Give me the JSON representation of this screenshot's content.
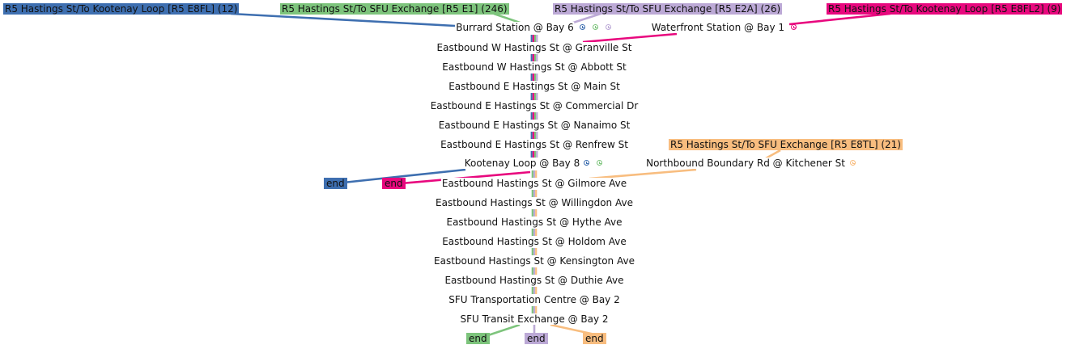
{
  "colors": {
    "e8fl": "#3e6fb0",
    "e1": "#7dc47c",
    "e2a": "#bca9d6",
    "e8fl2": "#e8087e",
    "e8tl": "#f8bd7f"
  },
  "routes": [
    {
      "id": "e8fl",
      "label": "R5 Hastings St/To Kootenay Loop [R5  E8FL] (12)",
      "color_key": "e8fl"
    },
    {
      "id": "e1",
      "label": "R5 Hastings St/To SFU Exchange [R5  E1] (246)",
      "color_key": "e1"
    },
    {
      "id": "e2a",
      "label": "R5 Hastings St/To SFU Exchange [R5  E2A] (26)",
      "color_key": "e2a"
    },
    {
      "id": "e8fl2",
      "label": "R5 Hastings St/To Kootenay Loop [R5  E8FL2] (9)",
      "color_key": "e8fl2"
    },
    {
      "id": "e8tl",
      "label": "R5 Hastings St/To SFU Exchange [R5  E8TL] (21)",
      "color_key": "e8tl"
    }
  ],
  "stops": [
    {
      "id": "burrard",
      "label": "Burrard Station @ Bay 6",
      "clock_icons": [
        "e8fl",
        "e1",
        "e2a"
      ]
    },
    {
      "id": "waterfront",
      "label": "Waterfront Station @ Bay 1",
      "clock_icons": [
        "e8fl2"
      ]
    },
    {
      "id": "granville",
      "label": "Eastbound W Hastings St @ Granville St"
    },
    {
      "id": "abbott",
      "label": "Eastbound W Hastings St @ Abbott St"
    },
    {
      "id": "main",
      "label": "Eastbound E Hastings St @ Main St"
    },
    {
      "id": "commercial",
      "label": "Eastbound E Hastings St @ Commercial Dr"
    },
    {
      "id": "nanaimo",
      "label": "Eastbound E Hastings St @ Nanaimo St"
    },
    {
      "id": "renfrew",
      "label": "Eastbound E Hastings St @ Renfrew St"
    },
    {
      "id": "kootenay",
      "label": "Kootenay Loop @ Bay 8",
      "clock_icons": [
        "e8fl",
        "e1"
      ]
    },
    {
      "id": "boundary",
      "label": "Northbound Boundary Rd @ Kitchener St",
      "clock_icons": [
        "e8tl"
      ]
    },
    {
      "id": "gilmore",
      "label": "Eastbound Hastings St @ Gilmore Ave"
    },
    {
      "id": "willingdon",
      "label": "Eastbound Hastings St @ Willingdon Ave"
    },
    {
      "id": "hythe",
      "label": "Eastbound Hastings St @ Hythe Ave"
    },
    {
      "id": "holdom",
      "label": "Eastbound Hastings St @ Holdom Ave"
    },
    {
      "id": "kensington",
      "label": "Eastbound Hastings St @ Kensington Ave"
    },
    {
      "id": "duthie",
      "label": "Eastbound Hastings St @ Duthie Ave"
    },
    {
      "id": "sfu_tc",
      "label": "SFU Transportation Centre @ Bay 2"
    },
    {
      "id": "sfu_te",
      "label": "SFU Transit Exchange @ Bay 2"
    }
  ],
  "ends": [
    {
      "route": "e8fl",
      "label": "end"
    },
    {
      "route": "e8fl2",
      "label": "end"
    },
    {
      "route": "e1",
      "label": "end"
    },
    {
      "route": "e2a",
      "label": "end"
    },
    {
      "route": "e8tl",
      "label": "end"
    }
  ]
}
